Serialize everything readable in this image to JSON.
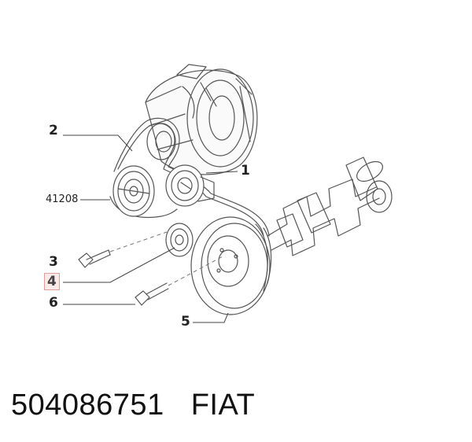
{
  "callouts": {
    "c2": "2",
    "c1": "1",
    "c41208": "41208",
    "c3": "3",
    "c4": "4",
    "c6": "6",
    "c5": "5"
  },
  "footer": {
    "part_number": "504086751",
    "brand": "FIAT"
  },
  "colors": {
    "line": "#444444",
    "highlight_border": "#e39a9a",
    "highlight_fill": "#fbeaea"
  }
}
